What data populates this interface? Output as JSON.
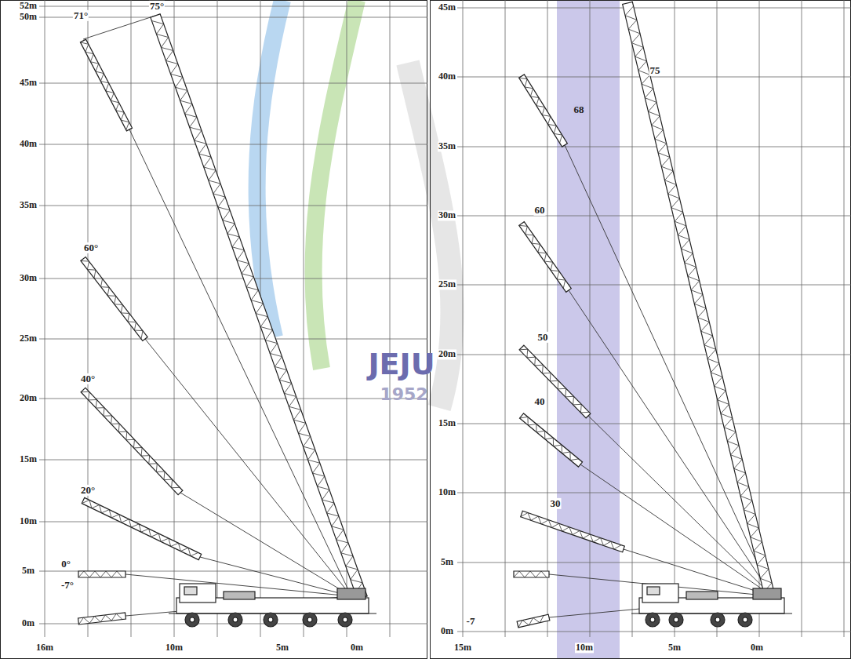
{
  "diagram": {
    "labels": [
      "52m",
      "50m",
      "45m",
      "40m",
      "35m",
      "30m",
      "25m",
      "20m",
      "15m",
      "10m",
      "5m",
      "0m",
      "16m",
      "10m",
      "5m",
      "0m",
      "71°",
      "75°",
      "60°",
      "40°",
      "20°",
      "0°",
      "-7°",
      "45m",
      "40m",
      "35m",
      "30m",
      "25m",
      "20m",
      "15m",
      "10m",
      "5m",
      "0m",
      "15m",
      "10m",
      "5m",
      "0m",
      "75",
      "68",
      "60",
      "50",
      "40",
      "30",
      "-7",
      "JEJU",
      "1952"
    ]
  }
}
